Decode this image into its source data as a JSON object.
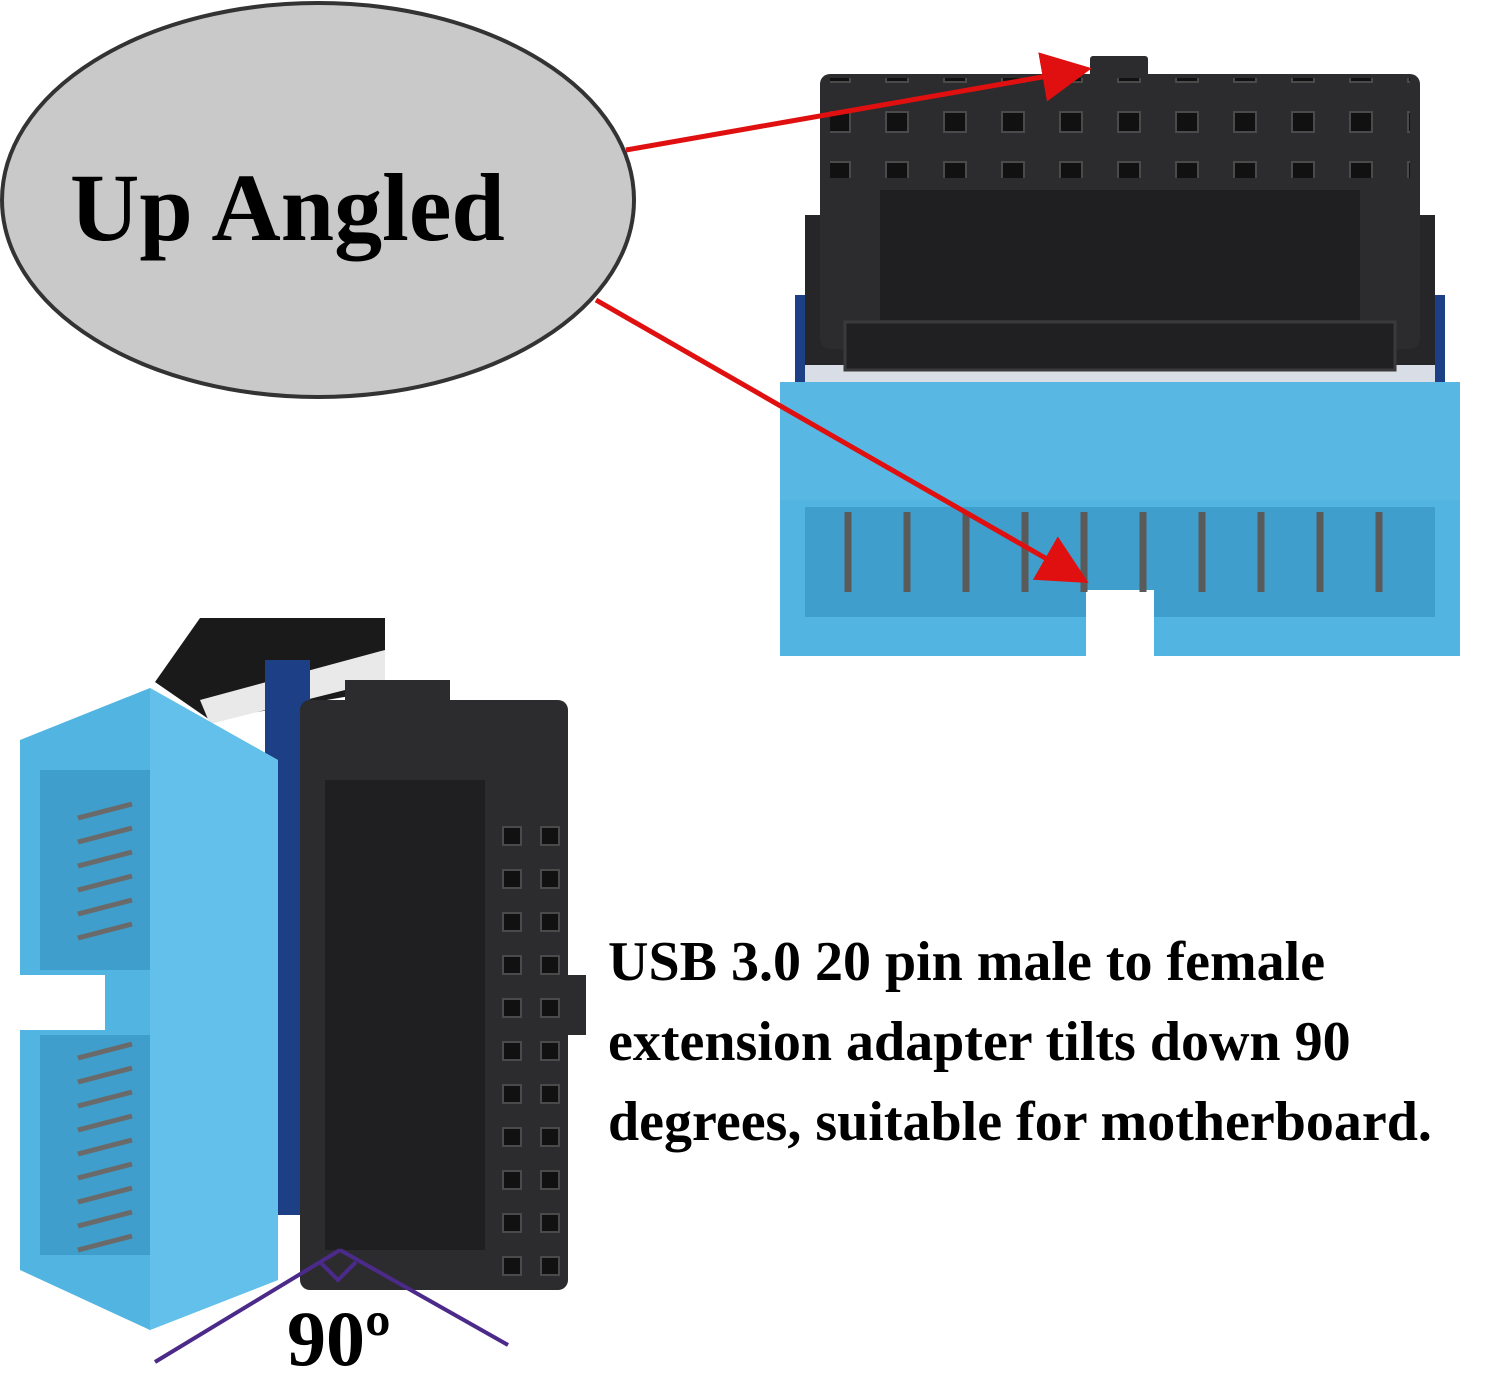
{
  "callout": {
    "label": "Up Angled"
  },
  "description": {
    "lines": [
      "USB 3.0 20 pin male to female",
      "extension adapter tilts down 90",
      "degrees, suitable for motherboard."
    ]
  },
  "angle": {
    "label": "90º"
  },
  "colors": {
    "housing_blue": "#52b4e0",
    "connector_black": "#2c2c2e",
    "arrow_red": "#e01010",
    "callout_fill": "#c9c9c9",
    "angle_line": "#4b2a8a"
  }
}
